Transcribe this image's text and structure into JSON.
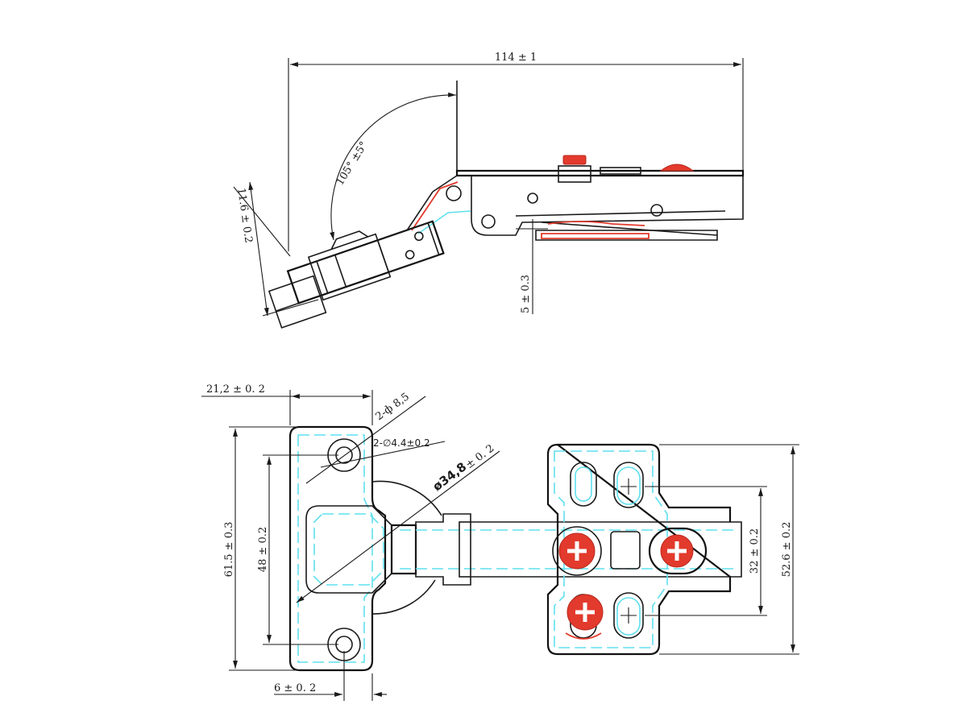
{
  "top_view": {
    "overall_length": "114 ± 1",
    "open_angle": "105° ±5°",
    "arm_thickness": "11.6 ± 0.2",
    "plate_height": "5 ± 0.3"
  },
  "bottom_view": {
    "cup_width": "21,2 ± 0. 2",
    "mount_hole_dia": "2-ф 8,5",
    "screw_hole_dia": "2-∅4.4±0.2",
    "cup_dia_bold": "ø34,8",
    "cup_dia_tol": "± 0. 2",
    "cup_height": "61.5 ± 0.3",
    "hole_spacing": "48 ± 0.2",
    "edge_offset": "6 ± 0. 2",
    "plate_hole_spacing": "32 ± 0.2",
    "plate_height": "52.6 ± 0.2"
  },
  "colors": {
    "line": "#1a1a1a",
    "hidden_cyan": "#5fe0ee",
    "accent_red": "#e23a2c"
  }
}
